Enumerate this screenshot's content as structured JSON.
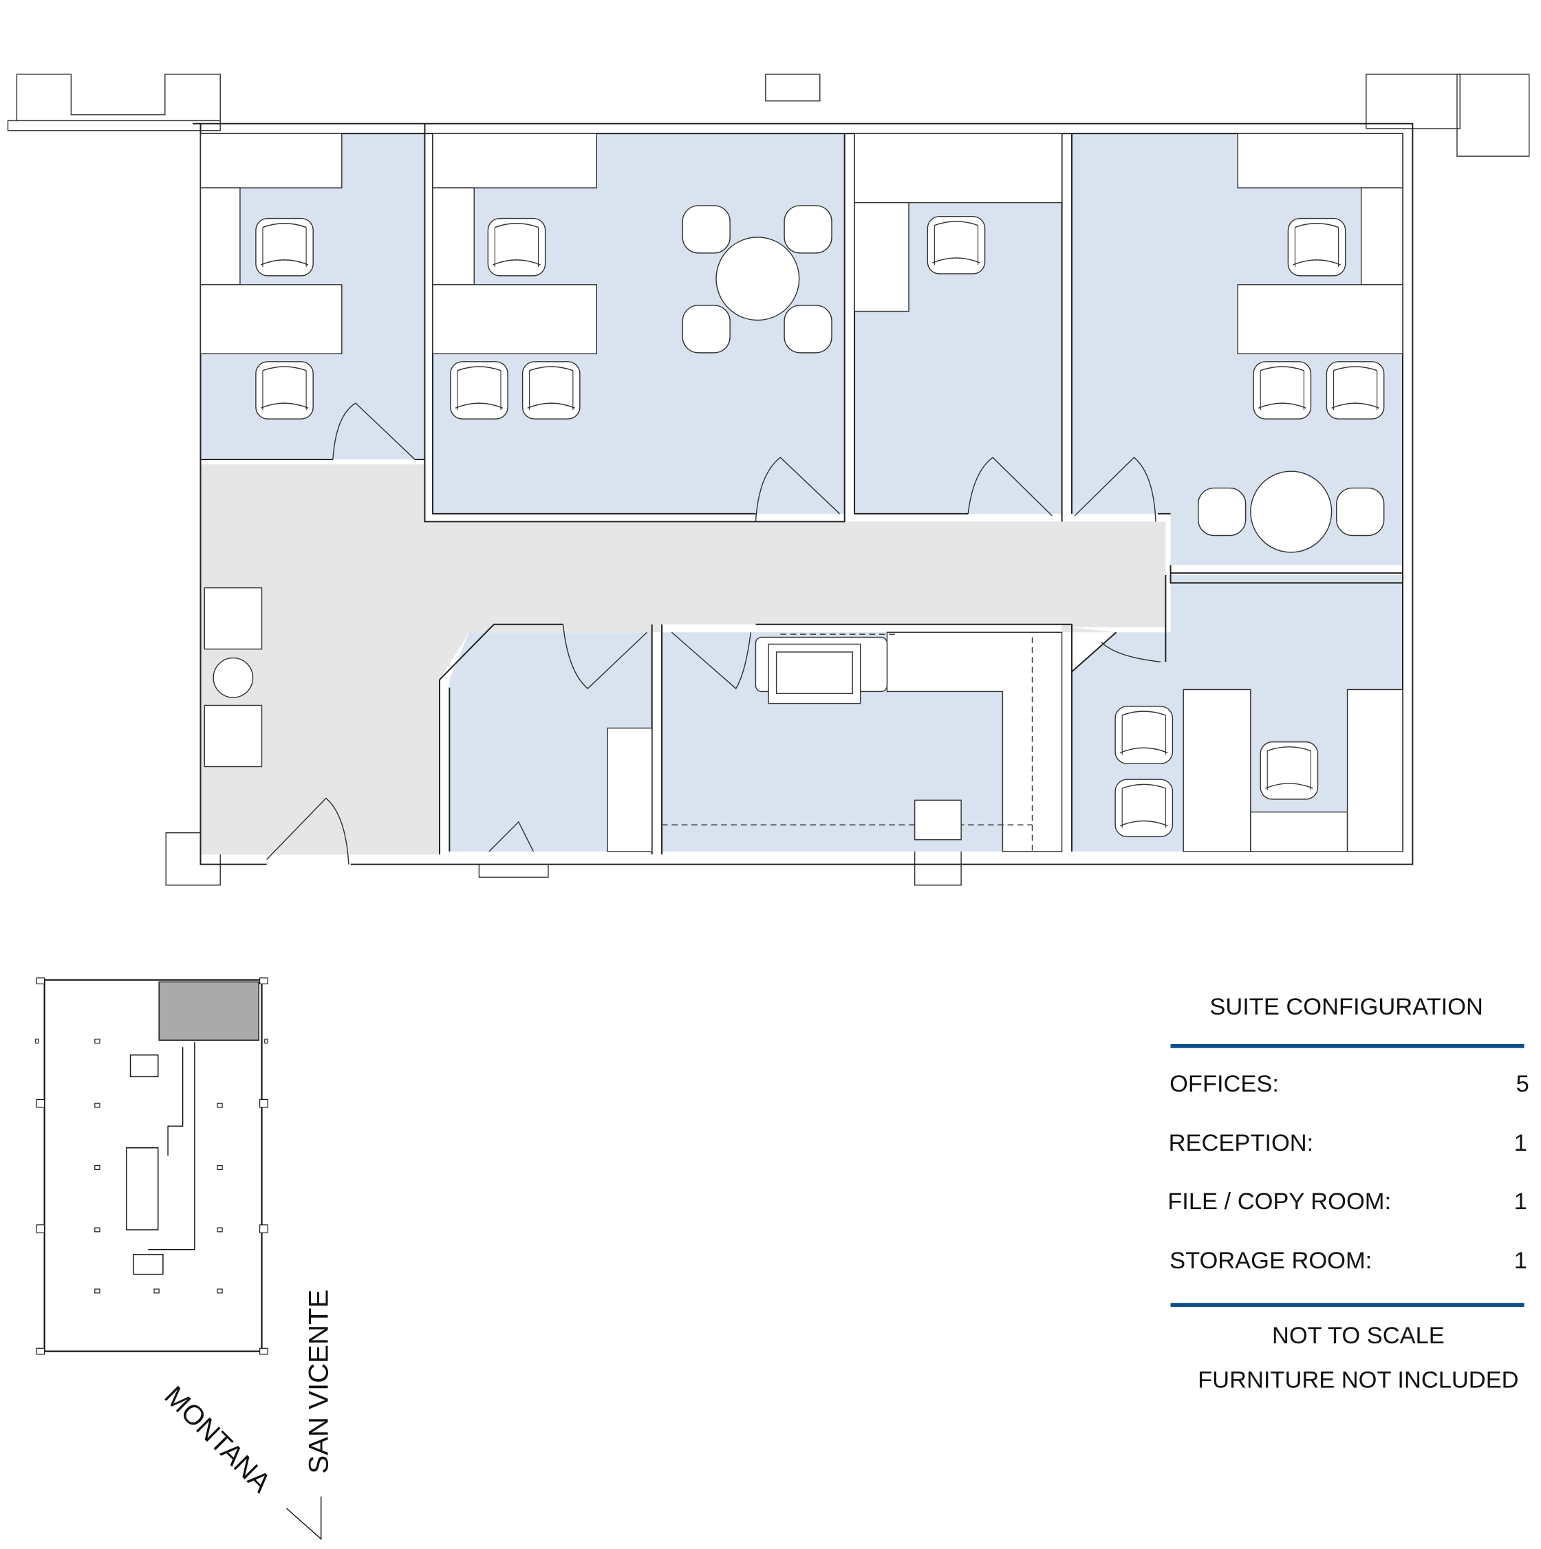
{
  "legend": {
    "title": "SUITE CONFIGURATION",
    "rows": [
      {
        "label": "OFFICES:",
        "value": "5"
      },
      {
        "label": "RECEPTION:",
        "value": "1"
      },
      {
        "label": "FILE / COPY ROOM:",
        "value": "1"
      },
      {
        "label": "STORAGE ROOM:",
        "value": "1"
      }
    ],
    "note1": "NOT TO SCALE",
    "note2": "FURNITURE NOT INCLUDED",
    "rule_color": "#0b4f8a"
  },
  "key_plan": {
    "street_1": "MONTANA",
    "street_2": "SAN VICENTE"
  },
  "colors": {
    "office_floor": "#d8e3ef",
    "common_floor": "#e6e6e6",
    "suite_highlight": "#aaaaaa"
  }
}
